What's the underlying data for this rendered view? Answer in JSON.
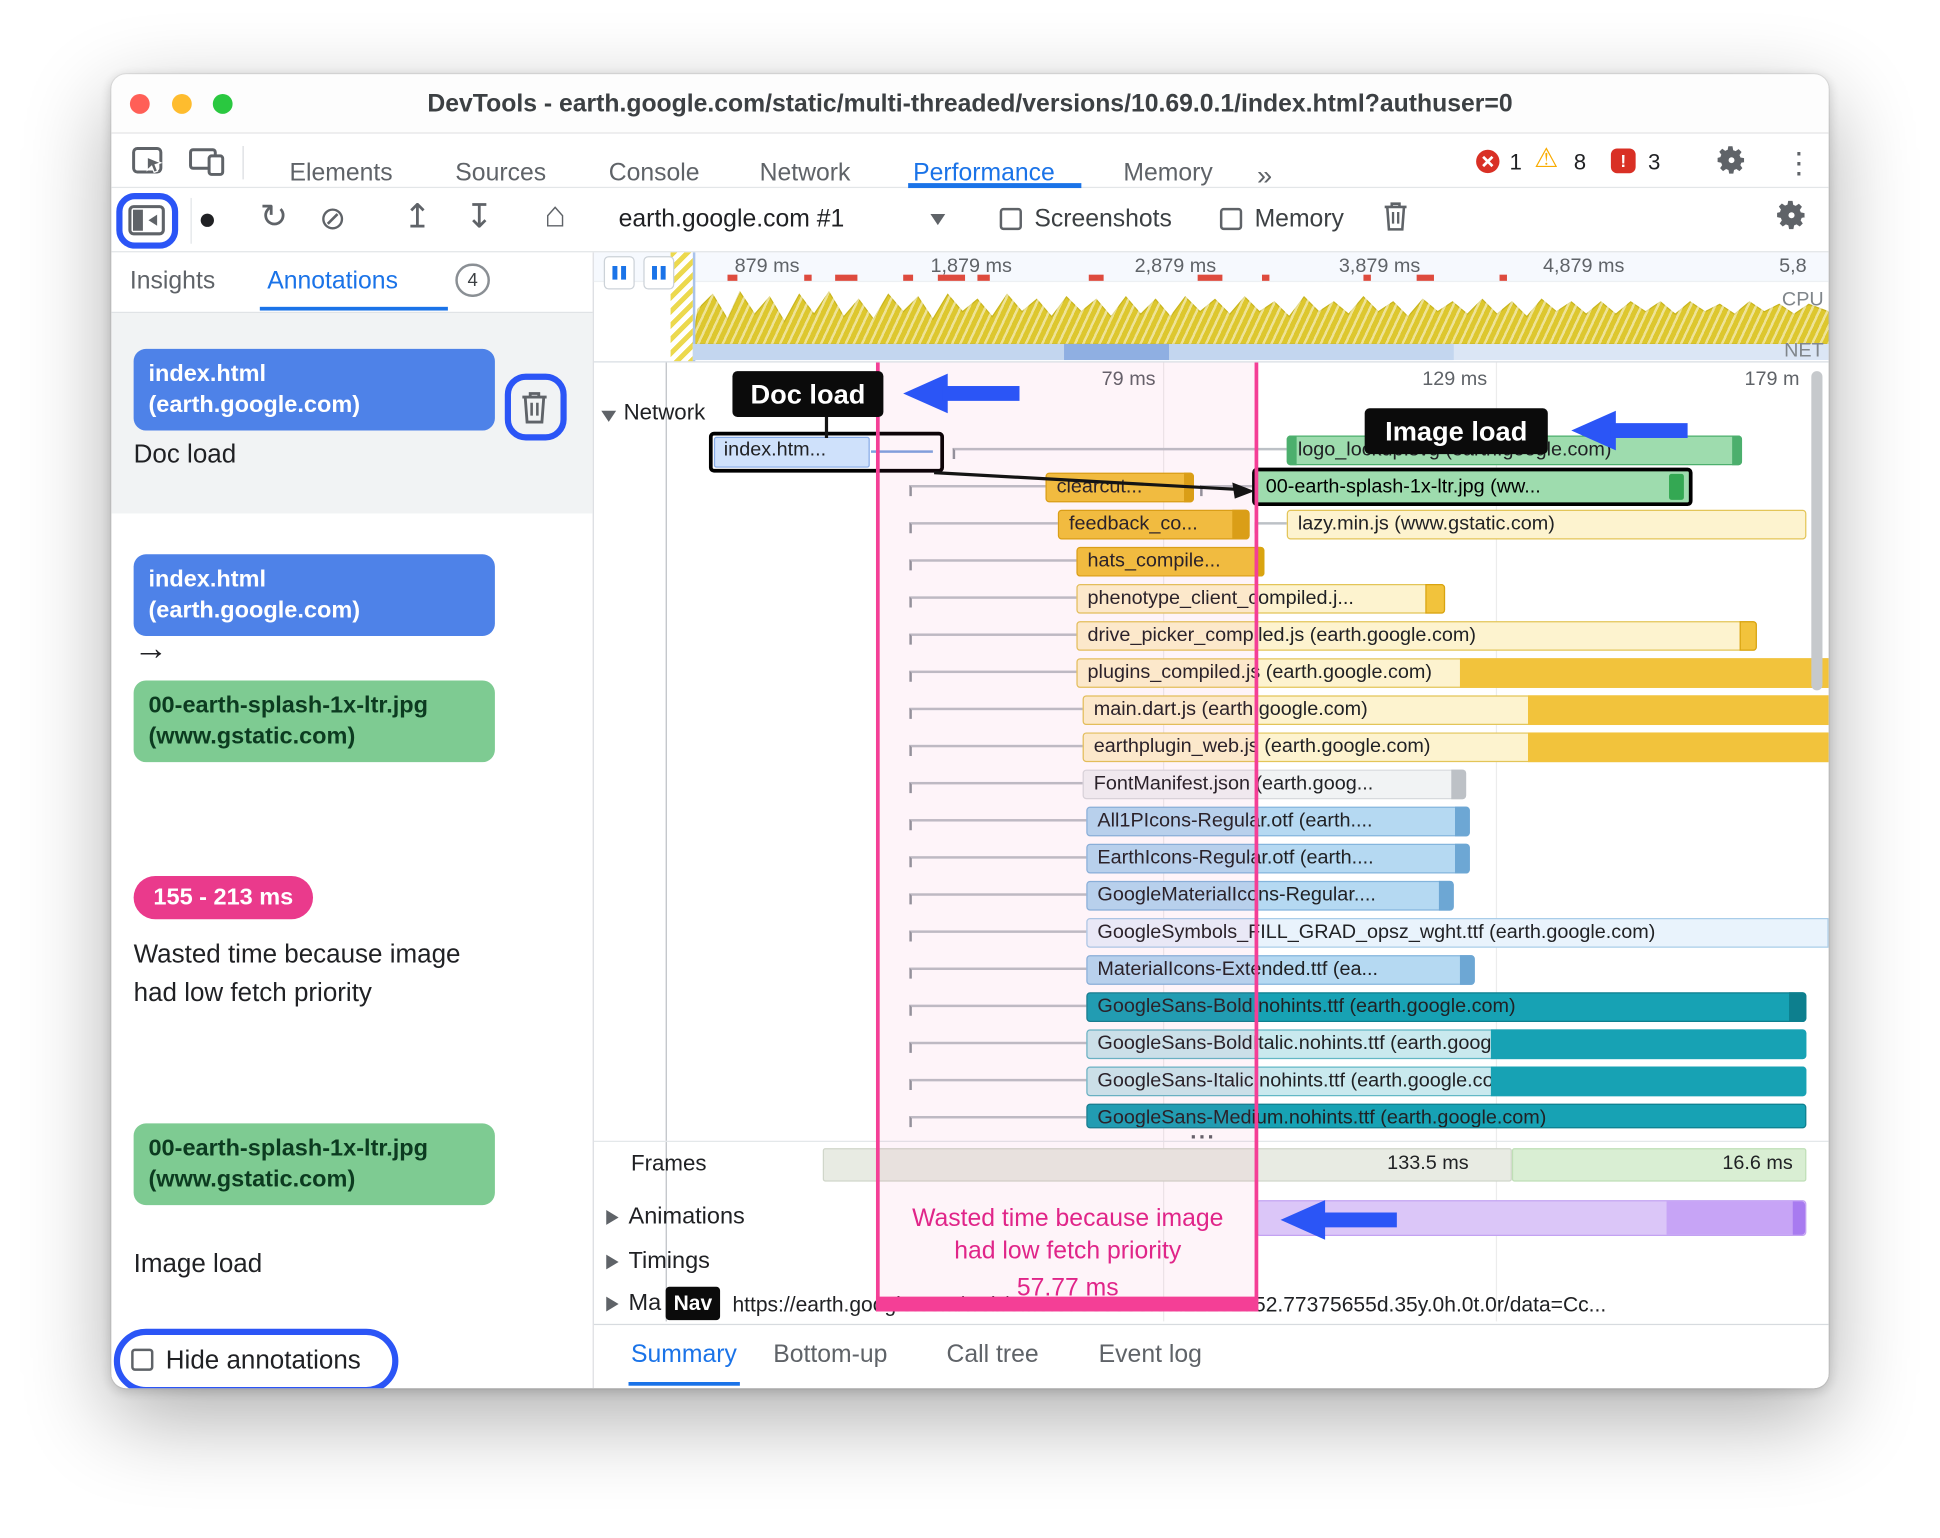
{
  "window": {
    "title": "DevTools - earth.google.com/static/multi-threaded/versions/10.69.0.1/index.html?authuser=0"
  },
  "tabbar": {
    "tabs": [
      "Elements",
      "Sources",
      "Console",
      "Network",
      "Performance",
      "Memory"
    ],
    "more": "»",
    "errors": "1",
    "warnings": "8",
    "issues": "3"
  },
  "icons": {
    "record": "●",
    "reload": "↻",
    "block": "⊘",
    "upload": "↥",
    "download": "↧",
    "home": "⌂",
    "kebab": "⋮",
    "warning": "⚠",
    "exclaim": "!"
  },
  "toolbar": {
    "target": "earth.google.com #1",
    "screenshots": "Screenshots",
    "memory": "Memory"
  },
  "sidebar": {
    "tab_insights": "Insights",
    "tab_annotations": "Annotations",
    "annotations_count": "4",
    "entry1": {
      "pill": "index.html (earth.google.com)",
      "label": "Doc load"
    },
    "entry2": {
      "pill_from": "index.html (earth.google.com)",
      "arrow": "→",
      "pill_to": "00-earth-splash-1x-ltr.jpg (www.gstatic.com)"
    },
    "entry3": {
      "range": "155 - 213 ms",
      "text": "Wasted time because image had low fetch priority"
    },
    "entry4": {
      "pill": "00-earth-splash-1x-ltr.jpg (www.gstatic.com)",
      "label": "Image load"
    },
    "hide_annotations": "Hide annotations"
  },
  "overview": {
    "ticks": [
      "879 ms",
      "1,879 ms",
      "2,879 ms",
      "3,879 ms",
      "4,879 ms",
      "5,8"
    ],
    "cpu": "CPU",
    "net": "NET"
  },
  "timeline": {
    "markers": [
      "79 ms",
      "129 ms",
      "179 m"
    ],
    "network": "Network",
    "doc_load": "Doc load",
    "image_load": "Image load",
    "ellipsis": "...",
    "requests": [
      {
        "label": "index.htm..."
      },
      {
        "label": "logo_lockup.svg (earth.google.com)"
      },
      {
        "label": "clearcut..."
      },
      {
        "label": "00-earth-splash-1x-ltr.jpg (ww..."
      },
      {
        "label": "feedback_co..."
      },
      {
        "label": "lazy.min.js (www.gstatic.com)"
      },
      {
        "label": "hats_compile..."
      },
      {
        "label": "phenotype_client_compiled.j..."
      },
      {
        "label": "drive_picker_compiled.js (earth.google.com)"
      },
      {
        "label": "plugins_compiled.js (earth.google.com)"
      },
      {
        "label": "main.dart.js (earth.google.com)"
      },
      {
        "label": "earthplugin_web.js (earth.google.com)"
      },
      {
        "label": "FontManifest.json (earth.goog..."
      },
      {
        "label": "All1PIcons-Regular.otf (earth...."
      },
      {
        "label": "EarthIcons-Regular.otf (earth...."
      },
      {
        "label": "GoogleMaterialIcons-Regular...."
      },
      {
        "label": "GoogleSymbols_FILL_GRAD_opsz_wght.ttf (earth.google.com)"
      },
      {
        "label": "MaterialIcons-Extended.ttf (ea..."
      },
      {
        "label": "GoogleSans-Bold.nohints.ttf (earth.google.com)"
      },
      {
        "label": "GoogleSans-BoldItalic.nohints.ttf (earth.google.com)"
      },
      {
        "label": "GoogleSans-Italic.nohints.ttf (earth.google.com)"
      },
      {
        "label": "GoogleSans-Medium.nohints.ttf (earth.google.com)"
      }
    ],
    "wasted_line1": "Wasted time because image",
    "wasted_line2": "had low fetch priority",
    "wasted_ms": "57.77 ms"
  },
  "tracks": {
    "frames": "Frames",
    "frame1": "133.5 ms",
    "frame2": "16.6 ms",
    "animations": "Animations",
    "timings": "Timings",
    "main": "Ma",
    "nav": "Nav",
    "url": "https://earth.google.com/web/0...0.37330005.0a.22251752.77375655d.35y.0h.0t.0r/data=Cc..."
  },
  "bottom_tabs": {
    "items": [
      "Summary",
      "Bottom-up",
      "Call tree",
      "Event log"
    ]
  },
  "colors": {
    "accent": "#1a73e8",
    "annotation_blue": "#2b55f6",
    "pink": "#f43f96",
    "blue_pill": "#4e82e8",
    "green_pill": "#7ecb92",
    "pink_pill": "#ea3a8c",
    "script_yellow": "#f2c33c",
    "font_blue": "#b5d9f2",
    "font_teal": "#17a2b4",
    "image_green": "#9edcae"
  }
}
